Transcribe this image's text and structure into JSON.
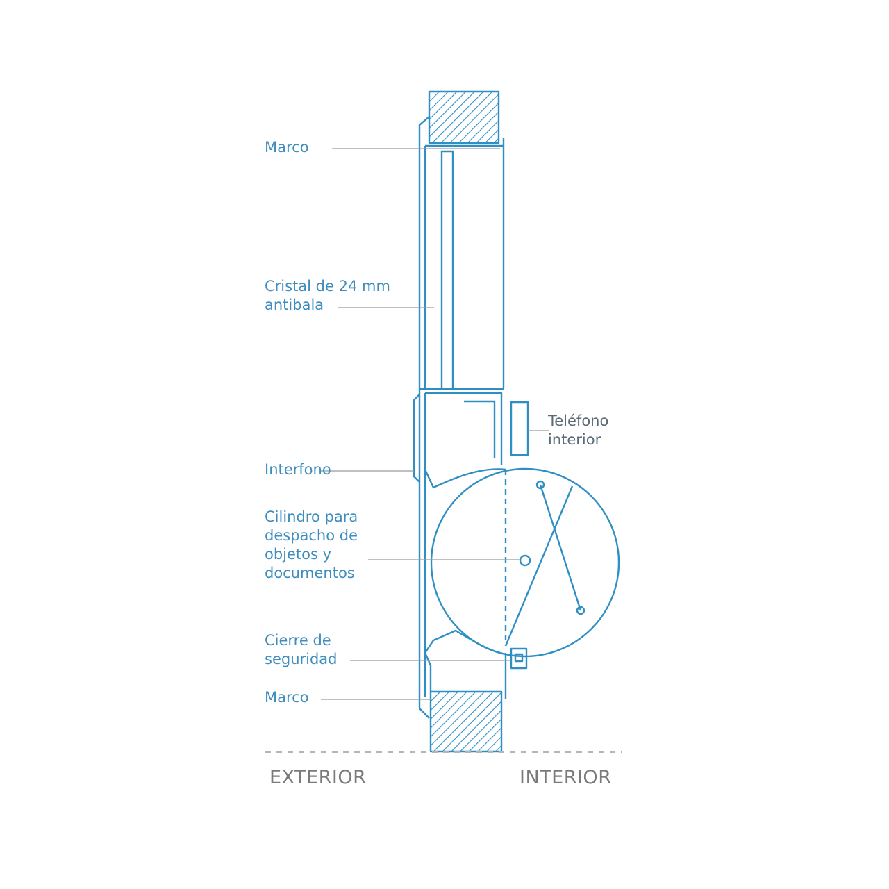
{
  "colors": {
    "line": "#2f8fc4",
    "label": "#3e8dbe",
    "gray_label": "#7a7a7a",
    "dashed": "#b5b5b5",
    "background": "#ffffff"
  },
  "labels": {
    "marco_top": "Marco",
    "cristal_line1": "Cristal de 24 mm",
    "cristal_line2": "antibala",
    "telefono_line1": "Teléfono",
    "telefono_line2": "interior",
    "interfono": "Interfono",
    "cilindro_line1": "Cilindro para",
    "cilindro_line2": "despacho de",
    "cilindro_line3": "objetos y",
    "cilindro_line4": "documentos",
    "cierre_line1": "Cierre de",
    "cierre_line2": "seguridad",
    "marco_bottom": "Marco"
  },
  "sides": {
    "exterior": "EXTERIOR",
    "interior": "INTERIOR"
  }
}
